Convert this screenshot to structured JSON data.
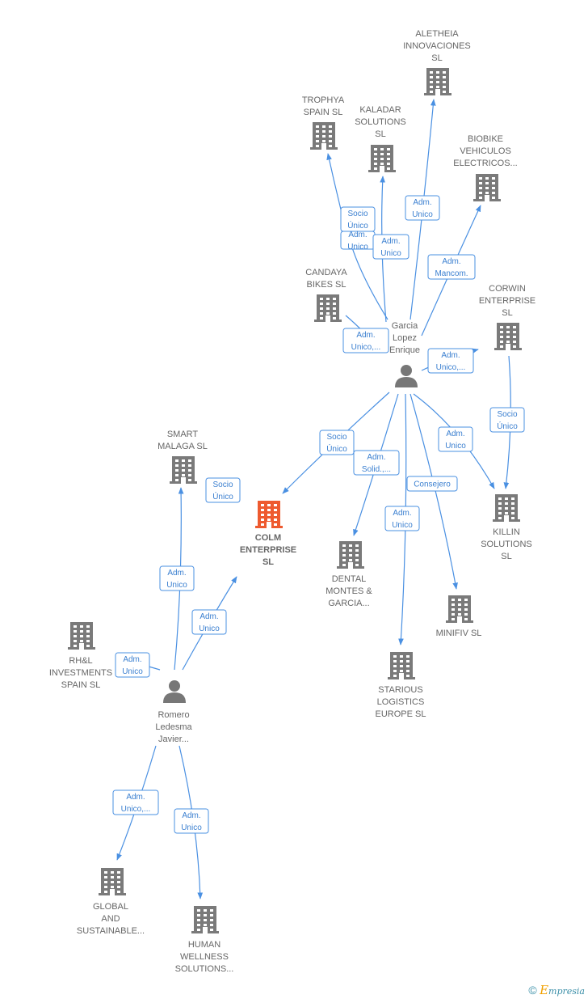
{
  "companies": [
    {
      "id": "aletheia",
      "lines": [
        "ALETHEIA",
        "INNOVACIONES",
        "SL"
      ]
    },
    {
      "id": "trophya",
      "lines": [
        "TROPHYA",
        "SPAIN  SL"
      ]
    },
    {
      "id": "kaladar",
      "lines": [
        "KALADAR",
        "SOLUTIONS",
        "SL"
      ]
    },
    {
      "id": "biobike",
      "lines": [
        "BIOBIKE",
        "VEHICULOS",
        "ELECTRICOS..."
      ]
    },
    {
      "id": "candaya",
      "lines": [
        "CANDAYA",
        "BIKES  SL"
      ]
    },
    {
      "id": "corwin",
      "lines": [
        "CORWIN",
        "ENTERPRISE",
        "SL"
      ]
    },
    {
      "id": "smart",
      "lines": [
        "SMART",
        "MALAGA  SL"
      ]
    },
    {
      "id": "colm",
      "lines": [
        "COLM",
        "ENTERPRISE",
        "SL"
      ],
      "focus": true
    },
    {
      "id": "dental",
      "lines": [
        "DENTAL",
        "MONTES &",
        "GARCIA..."
      ]
    },
    {
      "id": "killin",
      "lines": [
        "KILLIN",
        "SOLUTIONS",
        "SL"
      ]
    },
    {
      "id": "minifiv",
      "lines": [
        "MINIFIV SL"
      ]
    },
    {
      "id": "rhl",
      "lines": [
        "RH&L",
        "INVESTMENTS",
        "SPAIN  SL"
      ]
    },
    {
      "id": "starious",
      "lines": [
        "STARIOUS",
        "LOGISTICS",
        "EUROPE  SL"
      ]
    },
    {
      "id": "global",
      "lines": [
        "GLOBAL",
        "AND",
        "SUSTAINABLE..."
      ]
    },
    {
      "id": "human",
      "lines": [
        "HUMAN",
        "WELLNESS",
        "SOLUTIONS..."
      ]
    }
  ],
  "people": [
    {
      "id": "garcia",
      "lines": [
        "Garcia",
        "Lopez",
        "Enrique"
      ]
    },
    {
      "id": "romero",
      "lines": [
        "Romero",
        "Ledesma",
        "Javier..."
      ]
    }
  ],
  "relations": [
    {
      "id": "garcia-trophya",
      "lines": [
        "Socio",
        "Único"
      ]
    },
    {
      "id": "garcia-candaya",
      "lines": [
        "Adm.",
        "Unico"
      ]
    },
    {
      "id": "garcia-kaladar",
      "lines": [
        "Adm.",
        "Unico"
      ]
    },
    {
      "id": "garcia-aletheia",
      "lines": [
        "Adm.",
        "Unico"
      ]
    },
    {
      "id": "garcia-biobike",
      "lines": [
        "Adm.",
        "Mancom."
      ]
    },
    {
      "id": "garcia-unico-left",
      "lines": [
        "Adm.",
        "Unico,..."
      ]
    },
    {
      "id": "garcia-corwin",
      "lines": [
        "Adm.",
        "Unico,..."
      ]
    },
    {
      "id": "garcia-colm",
      "lines": [
        "Socio",
        "Único"
      ]
    },
    {
      "id": "garcia-dental",
      "lines": [
        "Adm.",
        "Solid.,..."
      ]
    },
    {
      "id": "garcia-killin",
      "lines": [
        "Adm.",
        "Unico"
      ]
    },
    {
      "id": "corwin-killin",
      "lines": [
        "Socio",
        "Único"
      ]
    },
    {
      "id": "garcia-minifiv",
      "lines": [
        "Consejero"
      ]
    },
    {
      "id": "garcia-starious",
      "lines": [
        "Adm.",
        "Unico"
      ]
    },
    {
      "id": "romero-smart-socio",
      "lines": [
        "Socio",
        "Único"
      ]
    },
    {
      "id": "romero-smart",
      "lines": [
        "Adm.",
        "Unico"
      ]
    },
    {
      "id": "romero-colm",
      "lines": [
        "Adm.",
        "Unico"
      ]
    },
    {
      "id": "romero-rhl",
      "lines": [
        "Adm.",
        "Unico"
      ]
    },
    {
      "id": "romero-global",
      "lines": [
        "Adm.",
        "Unico,..."
      ]
    },
    {
      "id": "romero-human",
      "lines": [
        "Adm.",
        "Unico"
      ]
    }
  ],
  "footer": {
    "copyright_symbol": "©",
    "brand_initial": "E",
    "brand_rest": "mpresia"
  },
  "colors": {
    "edge": "#4a90e2",
    "building": "#7a7a7a",
    "focus": "#ee5a2f",
    "person": "#777777"
  }
}
